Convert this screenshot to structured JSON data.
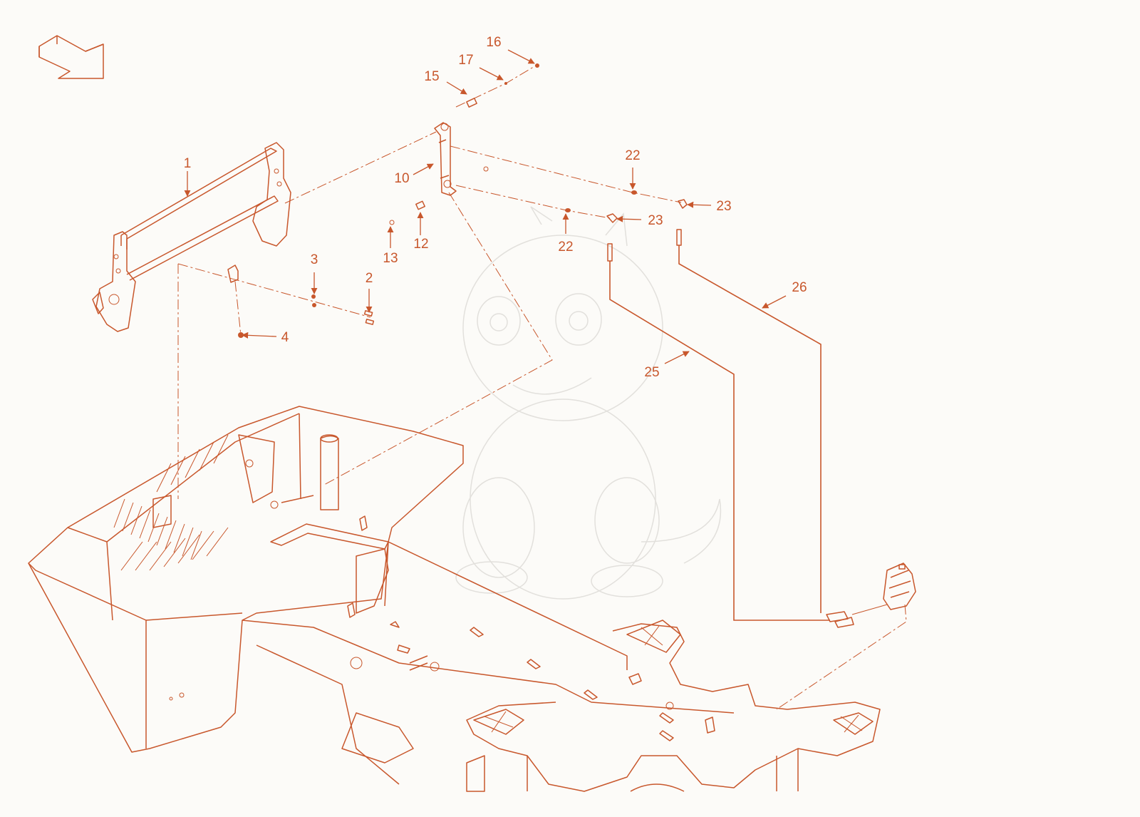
{
  "colors": {
    "line": "#c8572c",
    "background": "#fcfbf8",
    "watermark": "#e2e0dc"
  },
  "icons": {
    "orientation": "direction-arrow-icon",
    "watermark": "dragon-watermark"
  },
  "callouts": {
    "c1": "1",
    "c2": "2",
    "c3": "3",
    "c4": "4",
    "c10": "10",
    "c12": "12",
    "c13": "13",
    "c15": "15",
    "c16": "16",
    "c17": "17",
    "c22a": "22",
    "c22b": "22",
    "c23a": "23",
    "c23b": "23",
    "c25": "25",
    "c26": "26"
  }
}
